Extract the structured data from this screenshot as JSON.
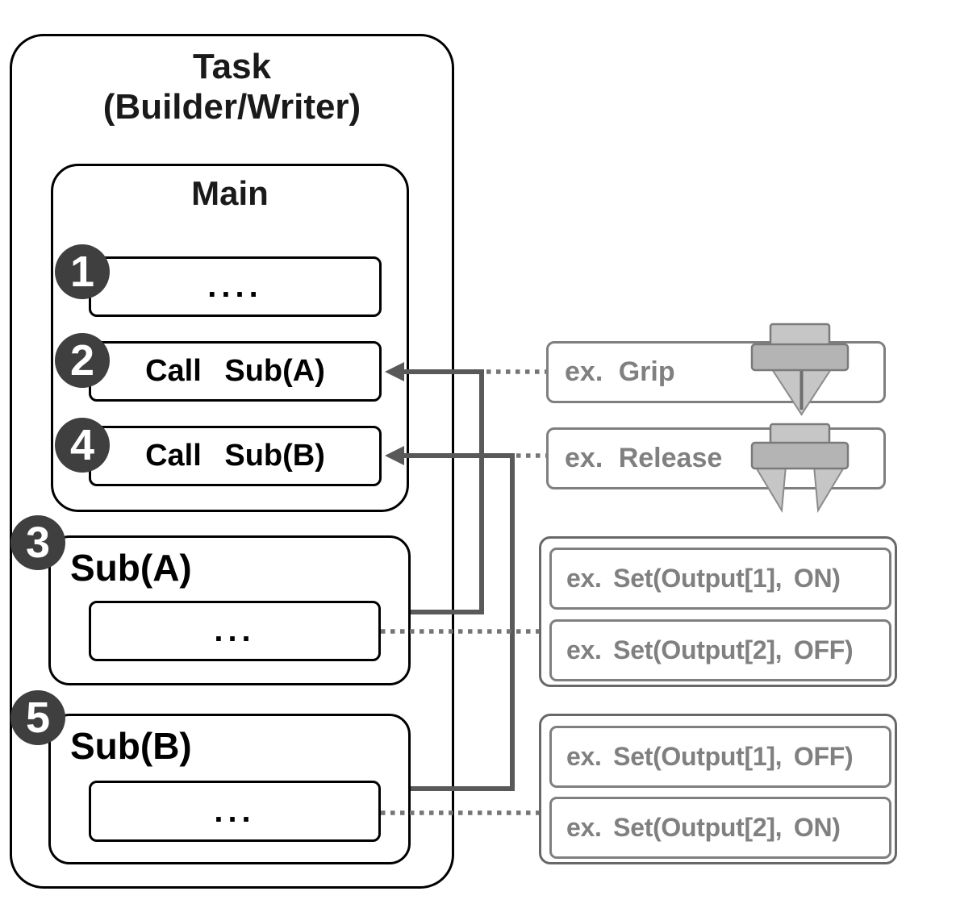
{
  "task": {
    "title_line1": "Task",
    "title_line2": "(Builder/Writer)",
    "main": {
      "title": "Main",
      "steps": [
        {
          "num": "1",
          "label": "...."
        },
        {
          "num": "2",
          "label": "Call Sub(A)"
        },
        {
          "num": "4",
          "label": "Call Sub(B)"
        }
      ]
    },
    "subs": [
      {
        "num": "3",
        "title": "Sub(A)",
        "body": "..."
      },
      {
        "num": "5",
        "title": "Sub(B)",
        "body": "..."
      }
    ]
  },
  "examples": {
    "grip_label": "ex. Grip",
    "release_label": "ex. Release",
    "set_group_a": [
      "ex. Set(Output[1], ON)",
      "ex. Set(Output[2], OFF)"
    ],
    "set_group_b": [
      "ex. Set(Output[1], OFF)",
      "ex. Set(Output[2], ON)"
    ]
  },
  "icons": {
    "grip": "gripper-closed-icon",
    "release": "gripper-open-icon"
  },
  "colors": {
    "box_border": "#000000",
    "circle_fill": "#3f3f3f",
    "circle_text": "#ffffff",
    "solid_connector": "#595959",
    "dotted_connector": "#757575",
    "gray_border": "#7f7f7f",
    "gray_text": "#808080",
    "icon_light": "#c6c6c6",
    "icon_mid": "#b4b4b4",
    "icon_stroke": "#7a7a7a"
  }
}
